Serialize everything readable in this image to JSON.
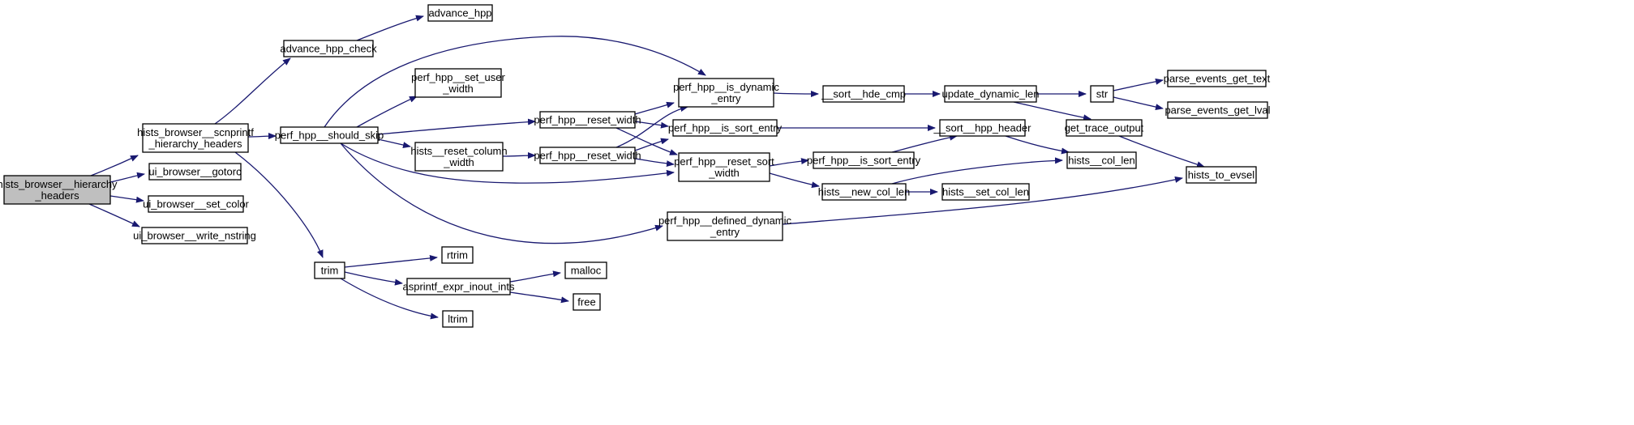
{
  "diagram": {
    "type": "call-graph",
    "colors": {
      "edge": "#191970",
      "node_border": "#000000",
      "node_fill": "#ffffff",
      "root_fill": "#bfbfbf"
    },
    "nodes": [
      {
        "id": "n_root",
        "lines": [
          "hists_browser__hierarchy",
          "_headers"
        ],
        "root": true
      },
      {
        "id": "n_scnprintf",
        "lines": [
          "hists_browser__scnprintf",
          "_hierarchy_headers"
        ]
      },
      {
        "id": "n_gotorc",
        "lines": [
          "ui_browser__gotorc"
        ]
      },
      {
        "id": "n_setcolor",
        "lines": [
          "ui_browser__set_color"
        ]
      },
      {
        "id": "n_writenstring",
        "lines": [
          "ui_browser__write_nstring"
        ]
      },
      {
        "id": "n_advcheck",
        "lines": [
          "advance_hpp_check"
        ]
      },
      {
        "id": "n_advhpp",
        "lines": [
          "advance_hpp"
        ]
      },
      {
        "id": "n_shouldskip",
        "lines": [
          "perf_hpp__should_skip"
        ]
      },
      {
        "id": "n_setuserwidth",
        "lines": [
          "perf_hpp__set_user",
          "_width"
        ]
      },
      {
        "id": "n_resetcolwidth",
        "lines": [
          "hists__reset_column",
          "_width"
        ]
      },
      {
        "id": "n_resetwidth1",
        "lines": [
          "perf_hpp__reset_width"
        ]
      },
      {
        "id": "n_resetwidth2",
        "lines": [
          "perf_hpp__reset_width"
        ]
      },
      {
        "id": "n_isdynamic",
        "lines": [
          "perf_hpp__is_dynamic",
          "_entry"
        ]
      },
      {
        "id": "n_issortentry1",
        "lines": [
          "perf_hpp__is_sort_entry"
        ]
      },
      {
        "id": "n_resetsortwidth",
        "lines": [
          "perf_hpp__reset_sort",
          "_width"
        ]
      },
      {
        "id": "n_defineddynamic",
        "lines": [
          "perf_hpp__defined_dynamic",
          "_entry"
        ]
      },
      {
        "id": "n_sorthdecmp",
        "lines": [
          "__sort__hde_cmp"
        ]
      },
      {
        "id": "n_sorthppheader",
        "lines": [
          "__sort__hpp_header"
        ]
      },
      {
        "id": "n_issortentry2",
        "lines": [
          "perf_hpp__is_sort_entry"
        ]
      },
      {
        "id": "n_newcollen",
        "lines": [
          "hists__new_col_len"
        ]
      },
      {
        "id": "n_updatedynlen",
        "lines": [
          "update_dynamic_len"
        ]
      },
      {
        "id": "n_str",
        "lines": [
          "str"
        ]
      },
      {
        "id": "n_gettraceoutput",
        "lines": [
          "get_trace_output"
        ]
      },
      {
        "id": "n_colllen",
        "lines": [
          "hists__col_len"
        ]
      },
      {
        "id": "n_setcollen",
        "lines": [
          "hists__set_col_len"
        ]
      },
      {
        "id": "n_pegtext",
        "lines": [
          "parse_events_get_text"
        ]
      },
      {
        "id": "n_peglval",
        "lines": [
          "parse_events_get_lval"
        ]
      },
      {
        "id": "n_toevsel",
        "lines": [
          "hists_to_evsel"
        ]
      },
      {
        "id": "n_trim",
        "lines": [
          "trim"
        ]
      },
      {
        "id": "n_rtrim",
        "lines": [
          "rtrim"
        ]
      },
      {
        "id": "n_asprintf",
        "lines": [
          "asprintf_expr_inout_ints"
        ]
      },
      {
        "id": "n_ltrim",
        "lines": [
          "ltrim"
        ]
      },
      {
        "id": "n_malloc",
        "lines": [
          "malloc"
        ]
      },
      {
        "id": "n_free",
        "lines": [
          "free"
        ]
      }
    ],
    "edges": [
      {
        "from": "n_root",
        "to": "n_scnprintf"
      },
      {
        "from": "n_root",
        "to": "n_gotorc"
      },
      {
        "from": "n_root",
        "to": "n_setcolor"
      },
      {
        "from": "n_root",
        "to": "n_writenstring"
      },
      {
        "from": "n_scnprintf",
        "to": "n_advcheck"
      },
      {
        "from": "n_scnprintf",
        "to": "n_shouldskip"
      },
      {
        "from": "n_scnprintf",
        "to": "n_trim"
      },
      {
        "from": "n_advcheck",
        "to": "n_advhpp"
      },
      {
        "from": "n_shouldskip",
        "to": "n_isdynamic"
      },
      {
        "from": "n_shouldskip",
        "to": "n_setuserwidth"
      },
      {
        "from": "n_shouldskip",
        "to": "n_resetwidth1"
      },
      {
        "from": "n_shouldskip",
        "to": "n_resetcolwidth"
      },
      {
        "from": "n_shouldskip",
        "to": "n_resetsortwidth"
      },
      {
        "from": "n_shouldskip",
        "to": "n_defineddynamic"
      },
      {
        "from": "n_resetcolwidth",
        "to": "n_resetwidth2"
      },
      {
        "from": "n_resetwidth1",
        "to": "n_isdynamic"
      },
      {
        "from": "n_resetwidth1",
        "to": "n_issortentry1"
      },
      {
        "from": "n_resetwidth1",
        "to": "n_resetsortwidth"
      },
      {
        "from": "n_resetwidth2",
        "to": "n_isdynamic"
      },
      {
        "from": "n_resetwidth2",
        "to": "n_issortentry1"
      },
      {
        "from": "n_resetwidth2",
        "to": "n_resetsortwidth"
      },
      {
        "from": "n_isdynamic",
        "to": "n_sorthdecmp"
      },
      {
        "from": "n_issortentry1",
        "to": "n_sorthppheader"
      },
      {
        "from": "n_resetsortwidth",
        "to": "n_issortentry2"
      },
      {
        "from": "n_resetsortwidth",
        "to": "n_newcollen"
      },
      {
        "from": "n_defineddynamic",
        "to": "n_toevsel"
      },
      {
        "from": "n_sorthdecmp",
        "to": "n_updatedynlen"
      },
      {
        "from": "n_issortentry2",
        "to": "n_sorthppheader"
      },
      {
        "from": "n_sorthppheader",
        "to": "n_colllen"
      },
      {
        "from": "n_newcollen",
        "to": "n_colllen"
      },
      {
        "from": "n_newcollen",
        "to": "n_setcollen"
      },
      {
        "from": "n_updatedynlen",
        "to": "n_str"
      },
      {
        "from": "n_updatedynlen",
        "to": "n_gettraceoutput"
      },
      {
        "from": "n_str",
        "to": "n_pegtext"
      },
      {
        "from": "n_str",
        "to": "n_peglval"
      },
      {
        "from": "n_gettraceoutput",
        "to": "n_toevsel"
      },
      {
        "from": "n_trim",
        "to": "n_rtrim"
      },
      {
        "from": "n_trim",
        "to": "n_asprintf"
      },
      {
        "from": "n_trim",
        "to": "n_ltrim"
      },
      {
        "from": "n_asprintf",
        "to": "n_malloc"
      },
      {
        "from": "n_asprintf",
        "to": "n_free"
      }
    ]
  }
}
